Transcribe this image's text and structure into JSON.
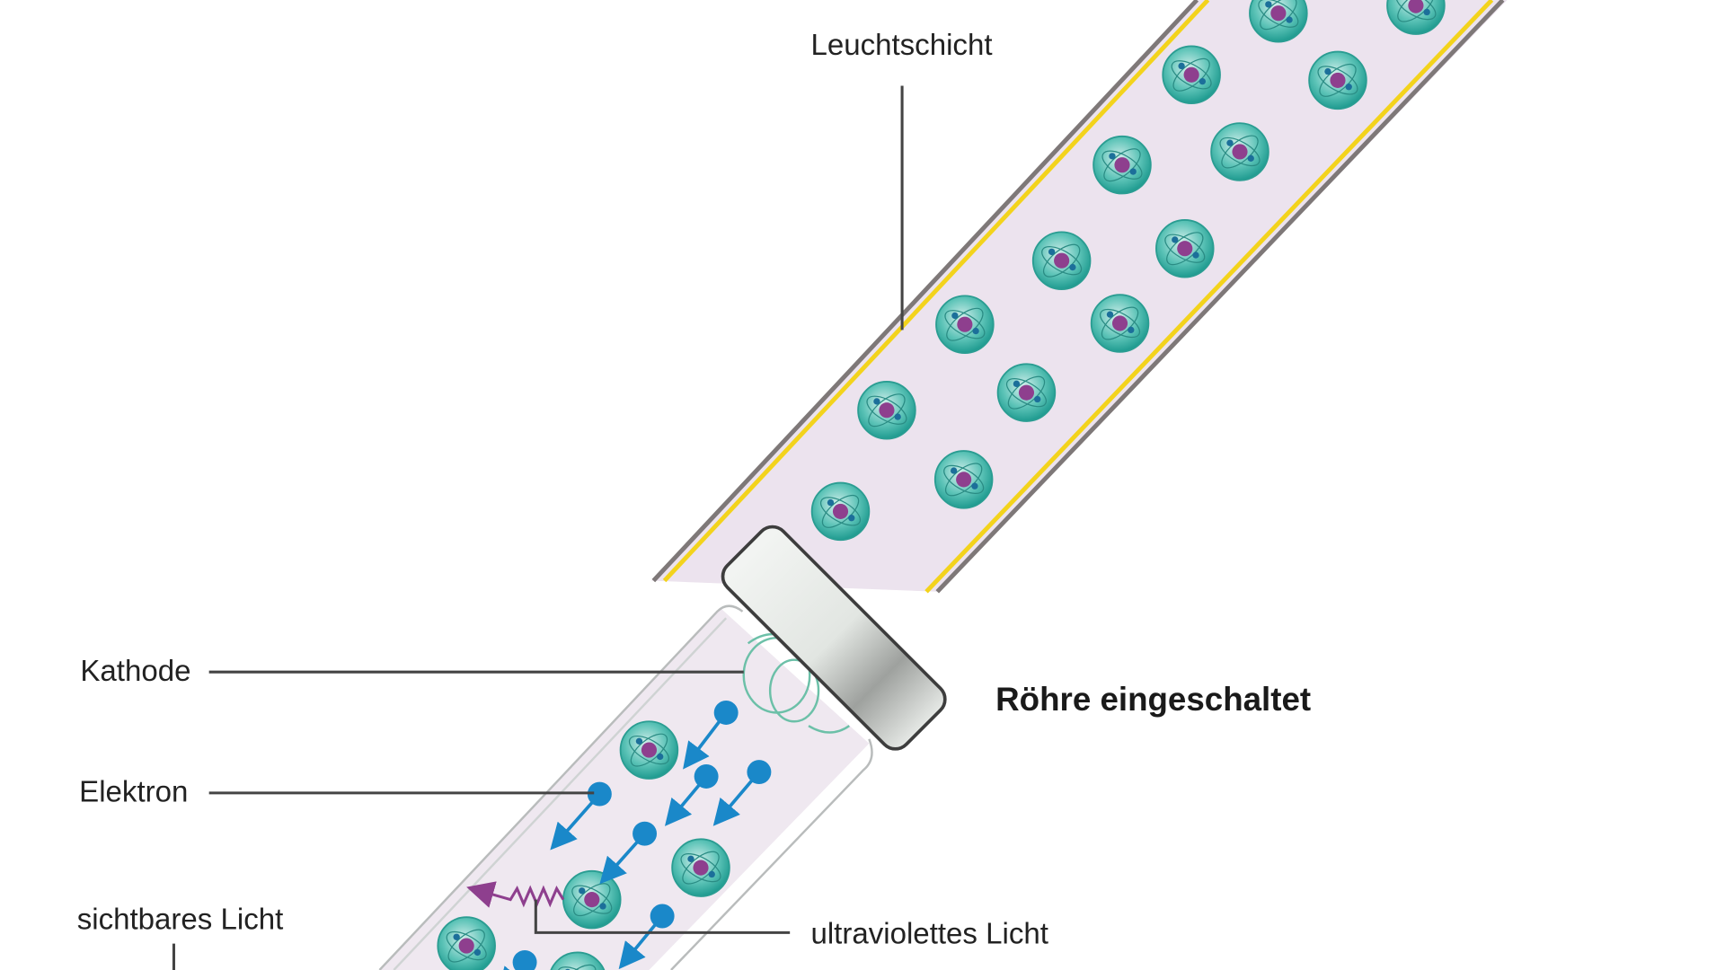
{
  "title": "Röhre eingeschaltet",
  "labels": {
    "phosphor_layer": "Leuchtschicht",
    "cathode": "Kathode",
    "electron": "Elektron",
    "visible_light": "sichtbares Licht",
    "ultraviolet_light": "ultraviolettes Licht"
  },
  "colors": {
    "tube_fill": "#ece3ee",
    "phosphor": "#f3d31c",
    "glass": "#8a8585",
    "atom": "#3bb3a8",
    "nucleus": "#8e3f8e",
    "electron": "#1a88c9",
    "uv_wave": "#8e3f8e"
  }
}
